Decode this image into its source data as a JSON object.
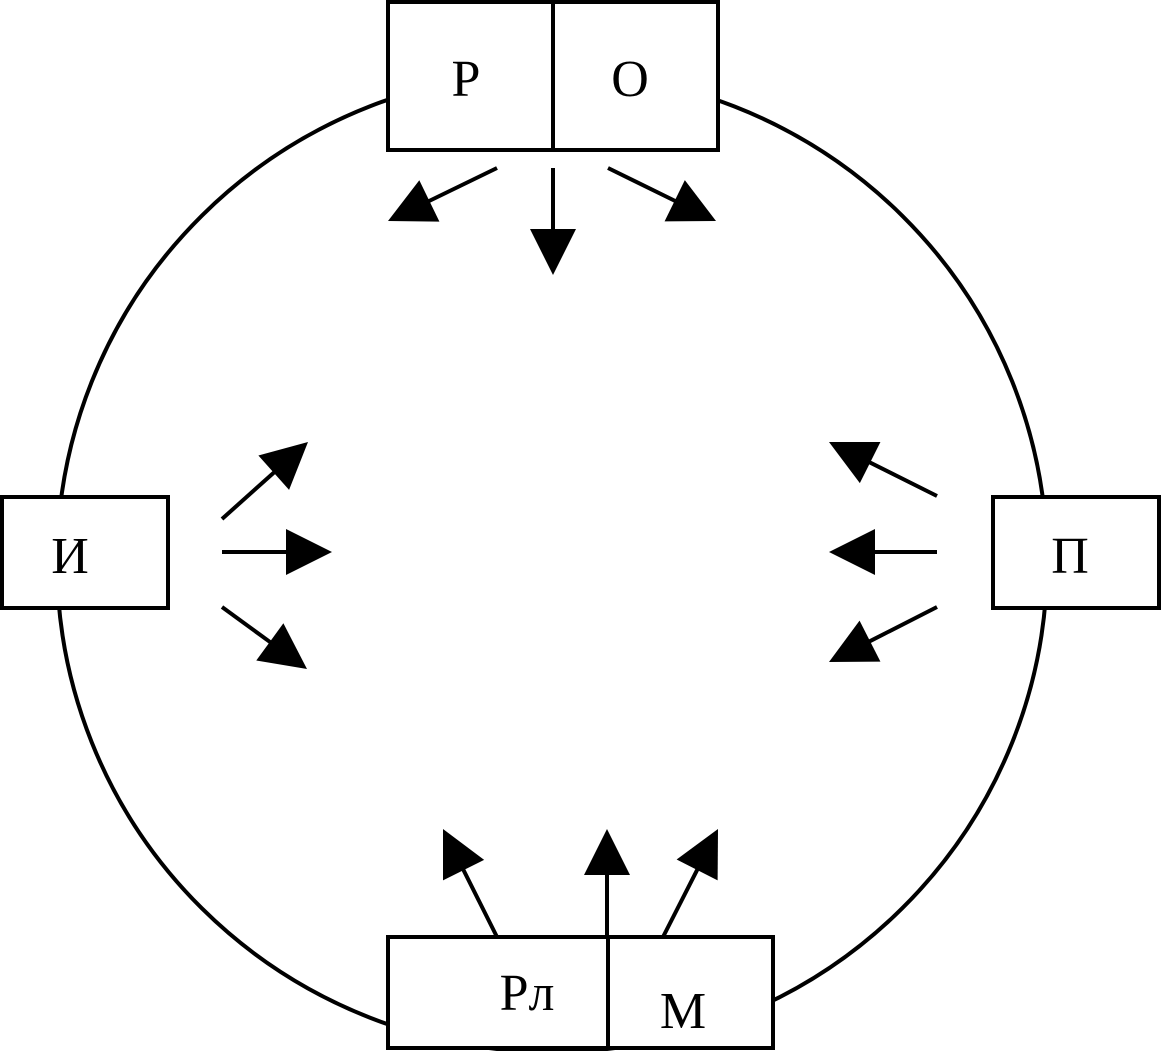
{
  "labels": {
    "top_left": "Р",
    "top_right": "О",
    "left": "И",
    "right": "П",
    "bottom_left": "Рл",
    "bottom_right": "М"
  },
  "colors": {
    "stroke": "#000000",
    "background": "#ffffff"
  }
}
